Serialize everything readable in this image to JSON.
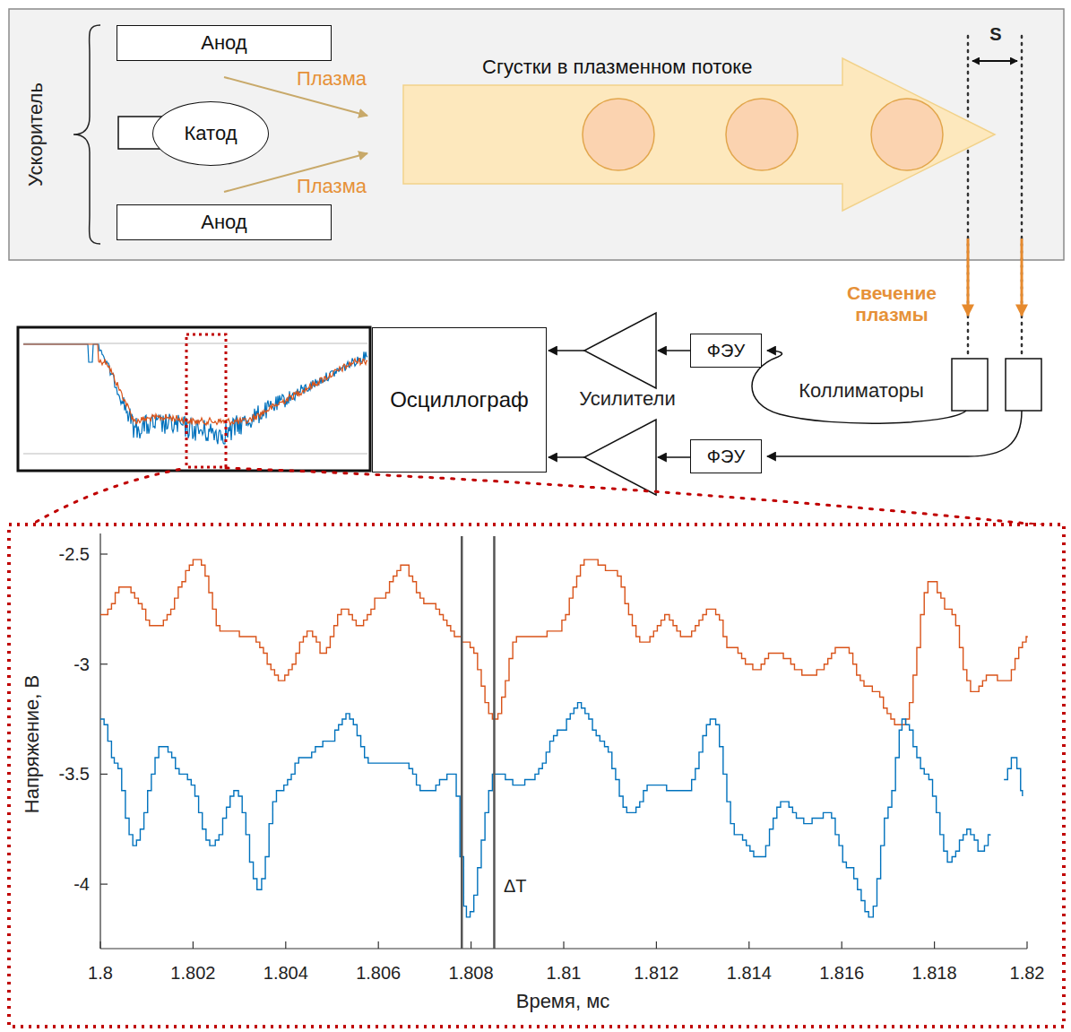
{
  "diagram": {
    "nodes": [
      {
        "text": [
          "Анод"
        ]
      },
      {
        "text": [
          "Катод"
        ]
      },
      {
        "text": [
          "Анод"
        ]
      },
      {
        "text": [
          "Сгустки в плазменном потоке"
        ]
      },
      {
        "text": [
          "Осциллограф"
        ]
      },
      {
        "text": [
          "ФЭУ"
        ]
      },
      {
        "text": [
          "ФЭУ"
        ]
      }
    ],
    "labels": [
      "Ускоритель",
      "Плазма",
      "Плазма",
      "S",
      "Свечение плазмы",
      "Коллиматоры",
      "Усилители",
      "-2.5",
      "-3",
      "-3.5",
      "-4",
      "1.8",
      "1.802",
      "1.804",
      "1.806",
      "1.808",
      "1.81",
      "1.812",
      "1.814",
      "1.816",
      "1.818",
      "1.82",
      "Напряжение, В",
      "Время, мс",
      "ΔT"
    ]
  }
}
